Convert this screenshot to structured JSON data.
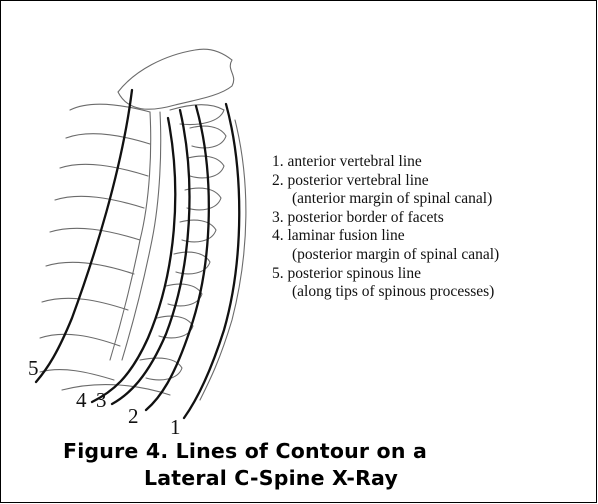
{
  "legend": [
    {
      "number": "1.",
      "text": "anterior vertebral  line",
      "sub": ""
    },
    {
      "number": "2.",
      "text": "posterior vertebral line",
      "sub": "(anterior margin of spinal canal)"
    },
    {
      "number": "3.",
      "text": "posterior border of facets",
      "sub": ""
    },
    {
      "number": "4.",
      "text": "laminar fusion line",
      "sub": "(posterior margin of spinal canal)"
    },
    {
      "number": "5.",
      "text": "posterior spinous line",
      "sub": "(along tips of spinous processes)"
    }
  ],
  "line_numbers": {
    "n1": "1",
    "n2": "2",
    "n3": "3",
    "n4": "4",
    "n5": "5"
  },
  "caption": {
    "line1": "Figure 4. Lines of Contour on a",
    "line2": "Lateral C-Spine X-Ray"
  },
  "colors": {
    "ink": "#111111",
    "sketch": "#6b6b6b",
    "background": "#ffffff"
  }
}
